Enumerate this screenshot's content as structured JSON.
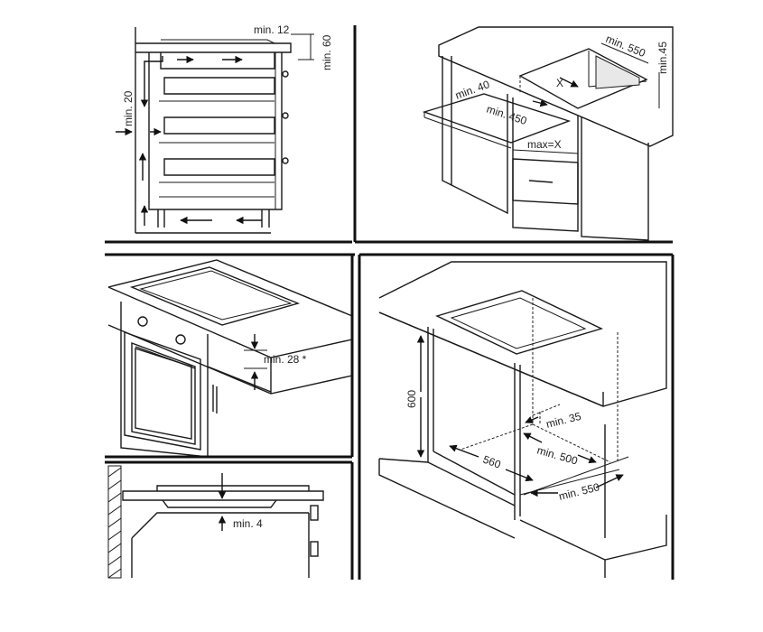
{
  "panels": {
    "top_left": {
      "labels": {
        "min12": "min. 12",
        "min60": "min. 60",
        "min20": "min. 20"
      }
    },
    "top_right": {
      "labels": {
        "min550": "min. 550",
        "min45": "min.45",
        "min40": "min. 40",
        "x": "X",
        "min450": "min. 450",
        "maxx": "max=X"
      }
    },
    "mid_left": {
      "labels": {
        "min28": "min. 28 *"
      }
    },
    "bottom_left": {
      "labels": {
        "min4": "min. 4"
      }
    },
    "bottom_right": {
      "labels": {
        "h600": "600",
        "min35": "min. 35",
        "min500": "min. 500",
        "w560": "560",
        "min550": "min. 550"
      }
    }
  }
}
